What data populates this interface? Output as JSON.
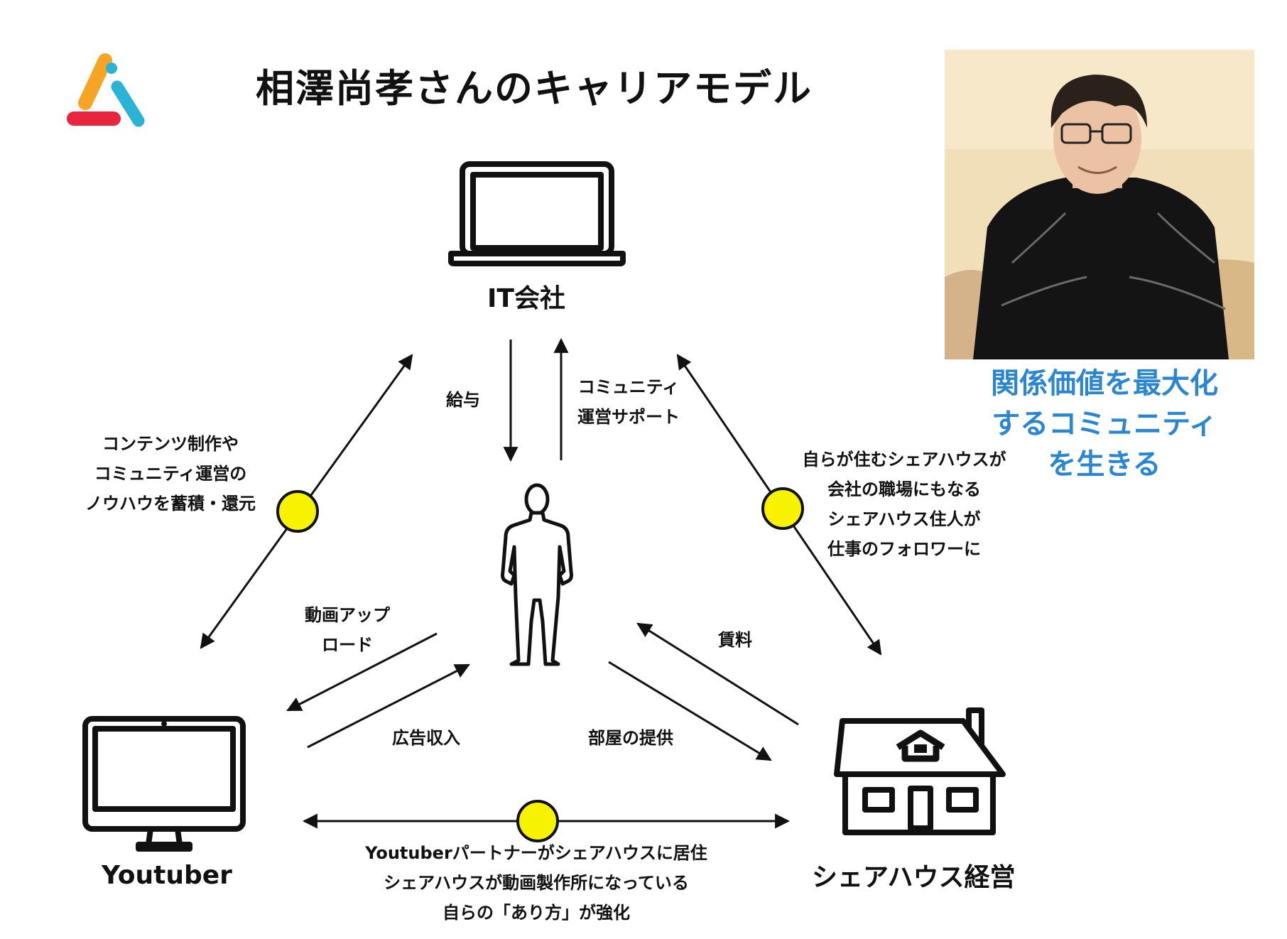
{
  "title": "相澤尚孝さんのキャリアモデル",
  "nodes": {
    "it_company": "IT会社",
    "youtuber": "Youtuber",
    "sharehouse": "シェアハウス経営"
  },
  "flows": {
    "salary": "給与",
    "community_support": [
      "コミュニティ",
      "運営サポート"
    ],
    "video_upload": [
      "動画アップ",
      "ロード"
    ],
    "ad_revenue": "広告収入",
    "room_offer": "部屋の提供",
    "rent": "賃料"
  },
  "synergies": {
    "left": [
      "コンテンツ制作や",
      "コミュニティ運営の",
      "ノウハウを蓄積・還元"
    ],
    "right": [
      "自らが住むシェアハウスが",
      "会社の職場にもなる",
      "シェアハウス住人が",
      "仕事のフォロワーに"
    ],
    "bottom": [
      "Youtuberパートナーがシェアハウスに居住",
      "シェアハウスが動画製作所になっている",
      "自らの「あり方」が強化"
    ]
  },
  "tagline": [
    "関係価値を最大化",
    "するコミュニティ",
    "を生きる"
  ],
  "colors": {
    "accent_blue": "#2a86d1",
    "synergy_dot": "#f7f200",
    "line": "#111111"
  }
}
